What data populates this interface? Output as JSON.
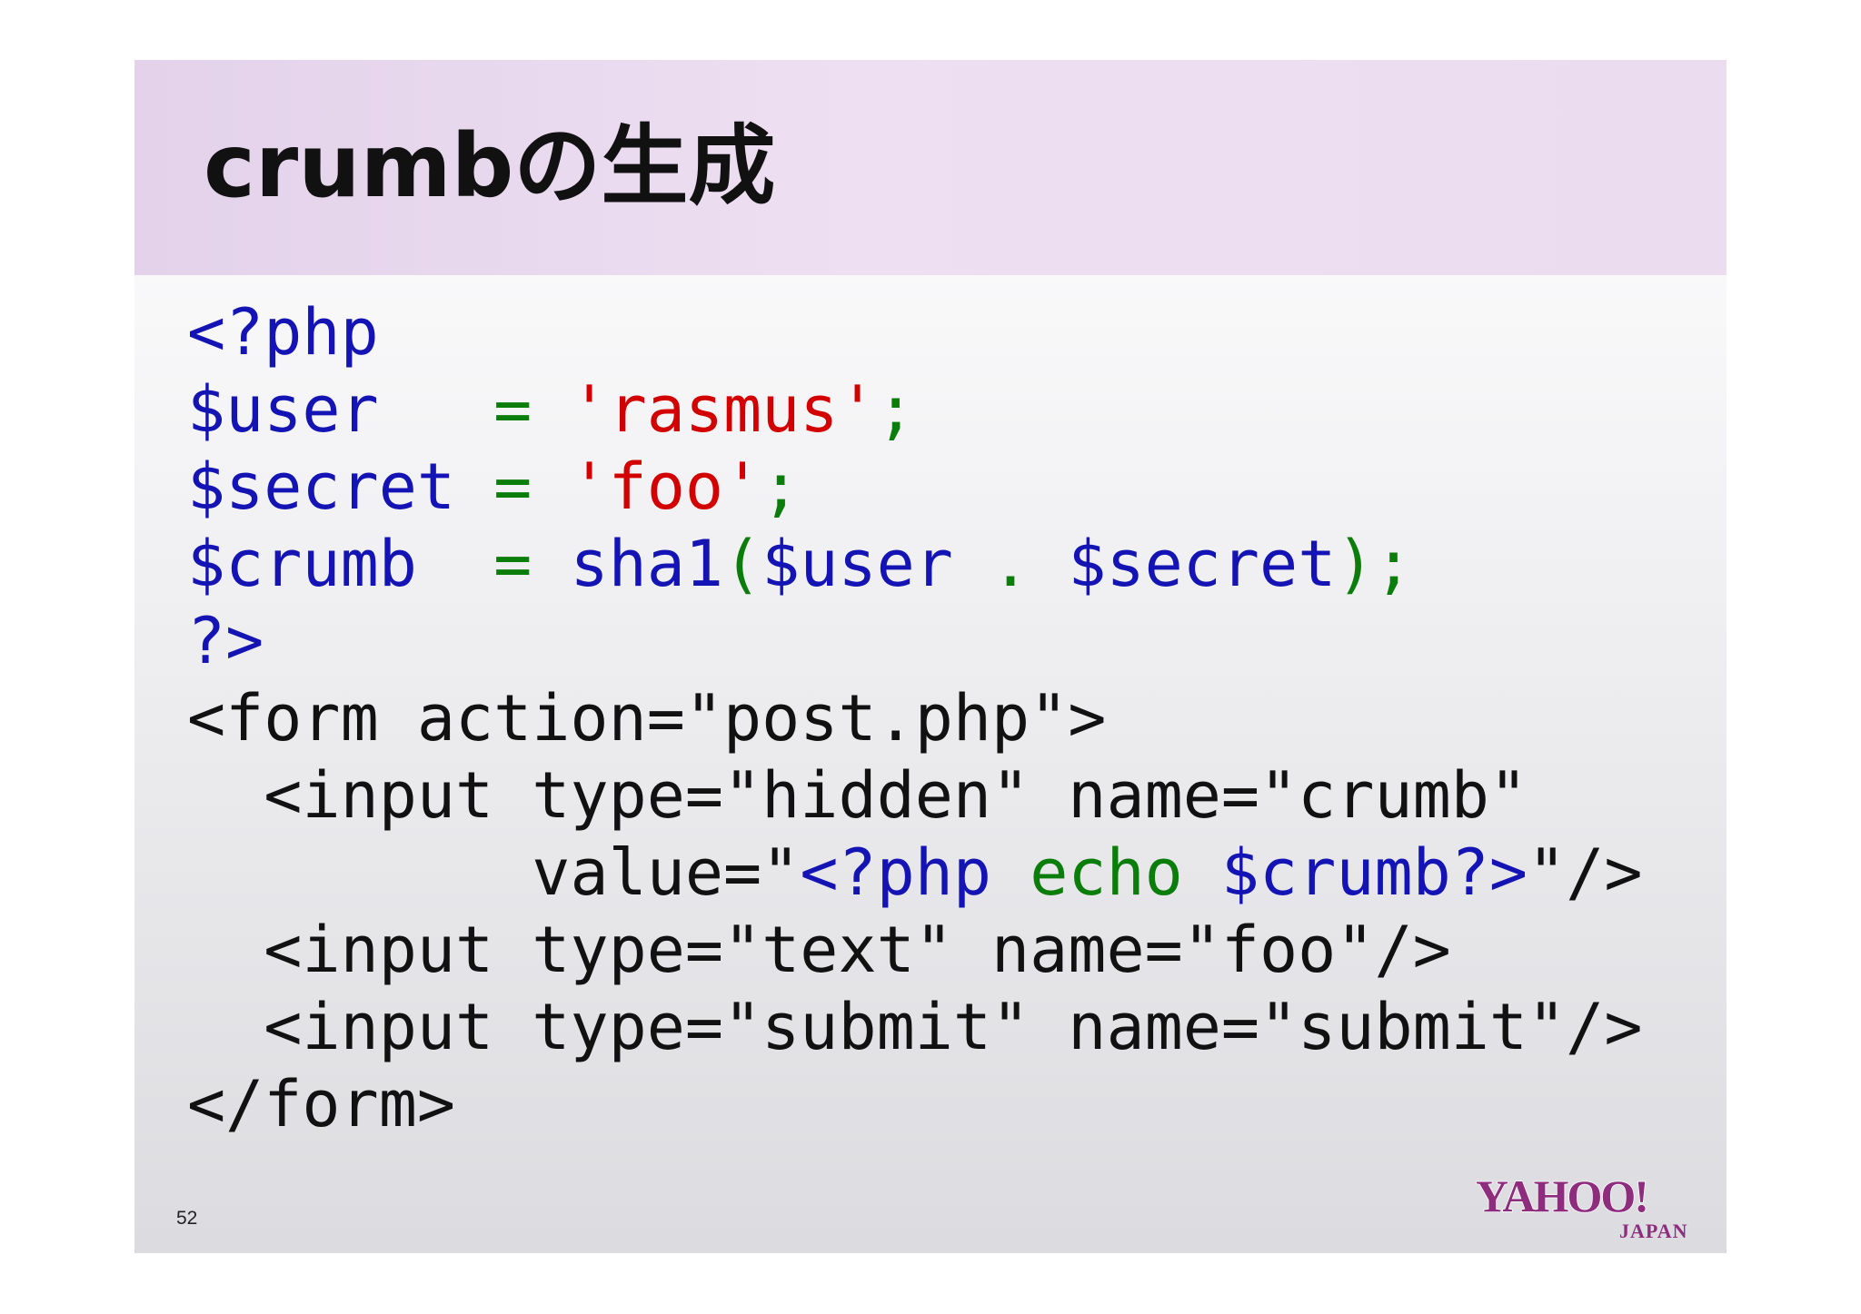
{
  "slide": {
    "title": "crumbの生成",
    "page_number": "52",
    "logo": {
      "main_text": "YAHOO!",
      "sub_text": "JAPAN",
      "color": "#8e2c7e"
    }
  },
  "colors": {
    "blue": "#1414b4",
    "red": "#d20000",
    "green": "#0b7d0b",
    "black": "#111111"
  },
  "code_lines": [
    {
      "indent": "",
      "tokens": [
        {
          "text": "<?php",
          "color": "#1414b4"
        }
      ]
    },
    {
      "indent": "",
      "tokens": [
        {
          "text": "$user",
          "color": "#1414b4"
        },
        {
          "text": "   = ",
          "color": "#0b7d0b"
        },
        {
          "text": "'rasmus'",
          "color": "#d20000"
        },
        {
          "text": ";",
          "color": "#0b7d0b"
        }
      ]
    },
    {
      "indent": "",
      "tokens": [
        {
          "text": "$secret",
          "color": "#1414b4"
        },
        {
          "text": " = ",
          "color": "#0b7d0b"
        },
        {
          "text": "'foo'",
          "color": "#d20000"
        },
        {
          "text": ";",
          "color": "#0b7d0b"
        }
      ]
    },
    {
      "indent": "",
      "tokens": [
        {
          "text": "$crumb",
          "color": "#1414b4"
        },
        {
          "text": "  = ",
          "color": "#0b7d0b"
        },
        {
          "text": "sha1",
          "color": "#1414b4"
        },
        {
          "text": "(",
          "color": "#0b7d0b"
        },
        {
          "text": "$user",
          "color": "#1414b4"
        },
        {
          "text": " . ",
          "color": "#0b7d0b"
        },
        {
          "text": "$secret",
          "color": "#1414b4"
        },
        {
          "text": ");",
          "color": "#0b7d0b"
        }
      ]
    },
    {
      "indent": "",
      "tokens": [
        {
          "text": "?>",
          "color": "#1414b4"
        }
      ]
    },
    {
      "indent": "",
      "tokens": [
        {
          "text": "<form action=\"post.php\">",
          "color": "#111111"
        }
      ]
    },
    {
      "indent": "  ",
      "tokens": [
        {
          "text": "<input type=\"hidden\" name=\"crumb\"",
          "color": "#111111"
        }
      ]
    },
    {
      "indent": "         ",
      "tokens": [
        {
          "text": "value=\"",
          "color": "#111111"
        },
        {
          "text": "<?php ",
          "color": "#1414b4"
        },
        {
          "text": "echo ",
          "color": "#0b7d0b"
        },
        {
          "text": "$crumb?>",
          "color": "#1414b4"
        },
        {
          "text": "\"/>",
          "color": "#111111"
        }
      ]
    },
    {
      "indent": "  ",
      "tokens": [
        {
          "text": "<input type=\"text\" name=\"foo\"/>",
          "color": "#111111"
        }
      ]
    },
    {
      "indent": "  ",
      "tokens": [
        {
          "text": "<input type=\"submit\" name=\"submit\"/>",
          "color": "#111111"
        }
      ]
    },
    {
      "indent": "",
      "tokens": [
        {
          "text": "</form>",
          "color": "#111111"
        }
      ]
    }
  ]
}
